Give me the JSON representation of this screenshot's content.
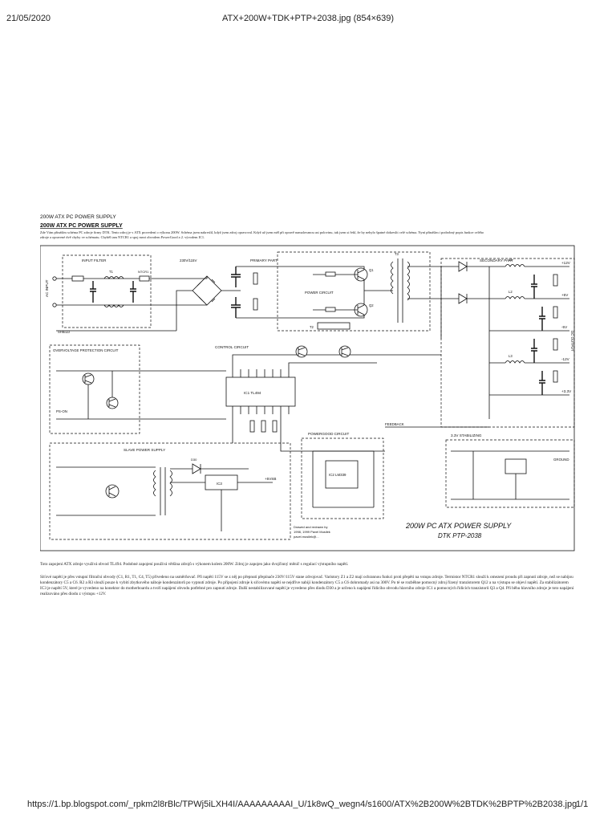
{
  "page": {
    "date": "21/05/2020",
    "title": "ATX+200W+TDK+PTP+2038.jpg (854×639)",
    "url": "https://1.bp.blogspot.com/_rpkm2l8rBlc/TPWj5iLXH4I/AAAAAAAAAI_U/1k8wQ_wegn4/s1600/ATX%2B200W%2BTDK%2BPTP%2B2038.jpg",
    "page_number": "1/1"
  },
  "diagram": {
    "heading": "200W ATX PC POWER SUPPLY",
    "subheading": "200W ATX PC POWER SUPPLY",
    "intro": "Zde Vám přináším schéma PC zdroje firmy DTK. Tento zdroj je v ATX provedení o výkonu 200W. Schéma jsem nakreslil, když jsem zdroj opravoval. Když už jsem měl při opravě namalovanou asi polovinu, tak jsem si řekl, že by nebylo špatné dokreslit celé schéma. Nyní přináším i podrobný popis funkce celého zdroje a opravené dvě chyby ve schématu. Chyběl tam NTCR1 a spoj mezi obvodem PowerGood a 2. vývodem IC1.",
    "sections": {
      "input_filter": "INPUT FILTER",
      "primary_part": "PRIMARY PART",
      "secondary_part": "SECONDARY PART",
      "control_circuit": "CONTROL CIRCUIT",
      "overvoltage": "OVERVOLTAGE PROTECTION CIRCUIT",
      "powergood": "POWERGOOD CIRCUIT",
      "slave_supply": "SLAVE POWER SUPPLY",
      "stabilizing": "3.3V STABILIZING",
      "power_circuit": "POWER CIRCUIT",
      "dc_output": "DC OUTPUT"
    },
    "labels": {
      "ac_input": "AC INPUT",
      "shield": "SHIELD",
      "voltage_select": "230V/115V",
      "ic1": "IC1 TL494",
      "ic2": "IC2 LM339",
      "ic3": "IC3",
      "v12p": "+12V",
      "v5p": "+5V",
      "v5n": "-5V",
      "v12n": "-12V",
      "v33": "+3.3V",
      "vsb": "+5VSB",
      "ground": "GROUND",
      "feedback": "FEEDBACK",
      "ps_on": "PS-ON",
      "t1": "T1",
      "t2": "T2",
      "t3": "T3",
      "q1": "Q1",
      "q2": "Q2",
      "d30": "D30",
      "ntcr1": "NTCR1",
      "l1": "L1",
      "l2": "L2",
      "l3": "L3"
    },
    "credit": [
      "Drawed and redrawn by",
      "1998, 1999 Pavel Musilek",
      "pavel.musilek@..."
    ],
    "stamp_title": "200W PC ATX POWER SUPPLY",
    "stamp_sub": "DTK PTP-2038"
  },
  "description": {
    "p1": "Toto zapojení ATX zdroje využívá obvod TL494. Podobné zapojení používá většina zdrojů s výkonem kolem 200W. Zdroj je zapojen jako dvojčinný měnič s regulací výstupního napětí.",
    "p2": "Síťové napětí je přes vstupní filtrační obvody (C1, R1, T1, C4, T5) přivedeno na usměrňovač. Při napětí 115V se z něj po přepnutí přepínače 230V/115V stane zdvojovač. Varistory Z1 a Z2 mají ochrannou funkci proti přepětí na vstupu zdroje. Termistor NTCR1 slouží k omezení proudu při zapnutí zdroje, než se nabijou kondenzátory C5 a C6. R2 a R3 slouží pouze k vybití zbytkového náboje kondenzátorů po vypnutí zdroje. Po připojení zdroje k síťovému napětí se nejdříve nabijí kondenzátory C5 a C6 dohromady asi na 300V. Po té se rozběhne pomocný zdroj řízený tranzistorem Q12 a na výstupu se objeví napětí. Za stabilizátorem IC3 je napětí 5V, které je vyvedeno na konektor do motherboardu a tvoří napájení obvodu potřebné pro zapnutí zdroje. Další nestabilizované napětí je vyvedeno přes diodu D30 a je určeno k napájení řídicího obvodu hlavního zdroje IC1 a pomocných řídicích tranzistorů Q3 a Q4. Při běhu hlavního zdroje je toto napájení realizováno přes diodu z výstupu +12V."
  }
}
